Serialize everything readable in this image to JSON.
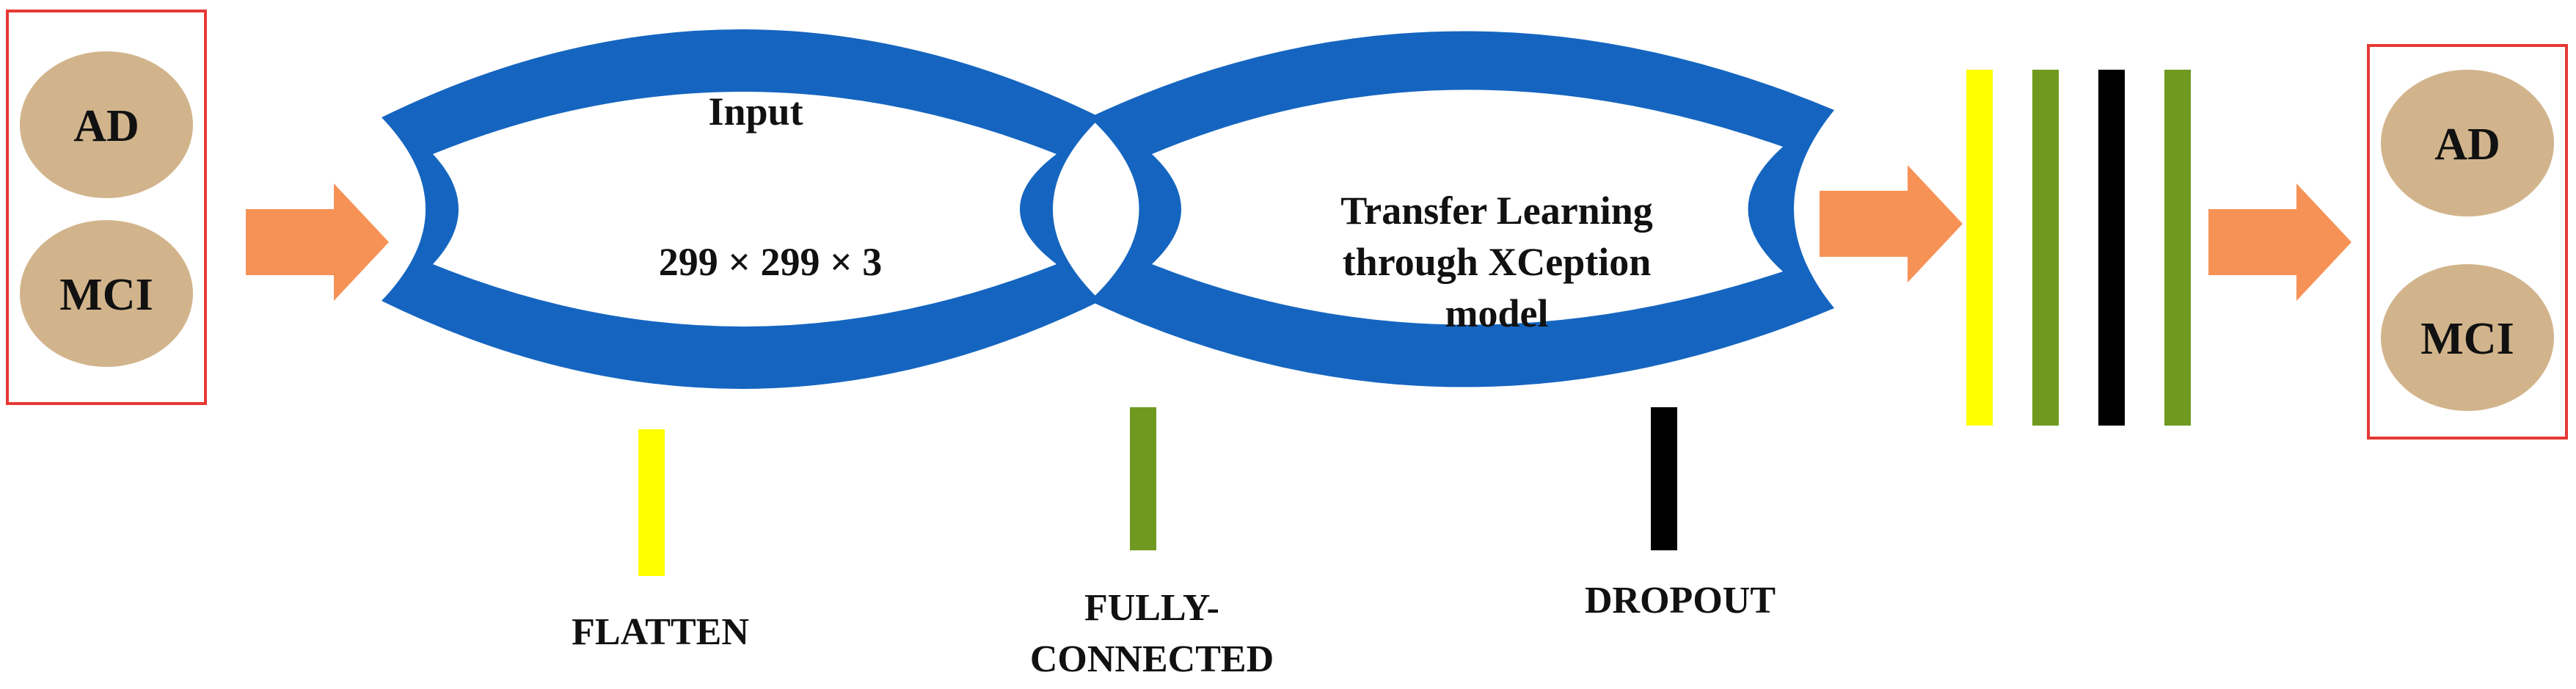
{
  "input_classes": [
    "AD",
    "MCI"
  ],
  "output_classes": [
    "AD",
    "MCI"
  ],
  "input_block": {
    "title": "Input",
    "dimensions": "299 × 299 × 3"
  },
  "model_block": {
    "lines": [
      "Transfer Learning",
      "through XCeption",
      "model"
    ]
  },
  "layers": [
    {
      "label_lines": [
        "FLATTEN"
      ],
      "color": "#ffff00"
    },
    {
      "label_lines": [
        "FULLY-",
        "CONNECTED"
      ],
      "color": "#6f9a1f"
    },
    {
      "label_lines": [
        "DROPOUT"
      ],
      "color": "#000000"
    }
  ],
  "stack_colors": [
    "#ffff00",
    "#6f9a1f",
    "#000000",
    "#6f9a1f"
  ],
  "colors": {
    "class_box_border": "#e53935",
    "class_ellipse": "#d2b48c",
    "lens_border": "#1565c0",
    "arrow": "#f79256"
  }
}
